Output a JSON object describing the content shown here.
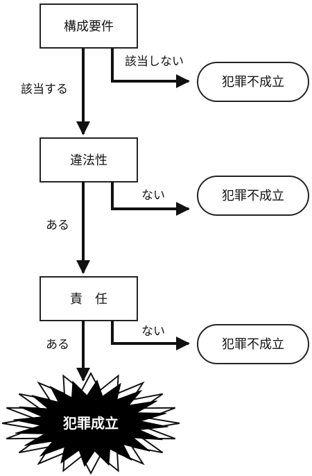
{
  "steps": [
    {
      "label": "構成要件"
    },
    {
      "label": "違法性"
    },
    {
      "label": "責　任"
    }
  ],
  "branch_labels": {
    "negative": [
      "該当しない",
      "ない",
      "ない"
    ],
    "positive": [
      "該当する",
      "ある",
      "ある"
    ]
  },
  "results": [
    {
      "label": "犯罪不成立"
    },
    {
      "label": "犯罪不成立"
    },
    {
      "label": "犯罪不成立"
    }
  ],
  "final": {
    "label": "犯罪成立"
  },
  "colors": {
    "line": "#111111",
    "box_border": "#222222",
    "box_fill": "#ffffff",
    "burst_fill": "#000000",
    "burst_text": "#ffffff"
  }
}
